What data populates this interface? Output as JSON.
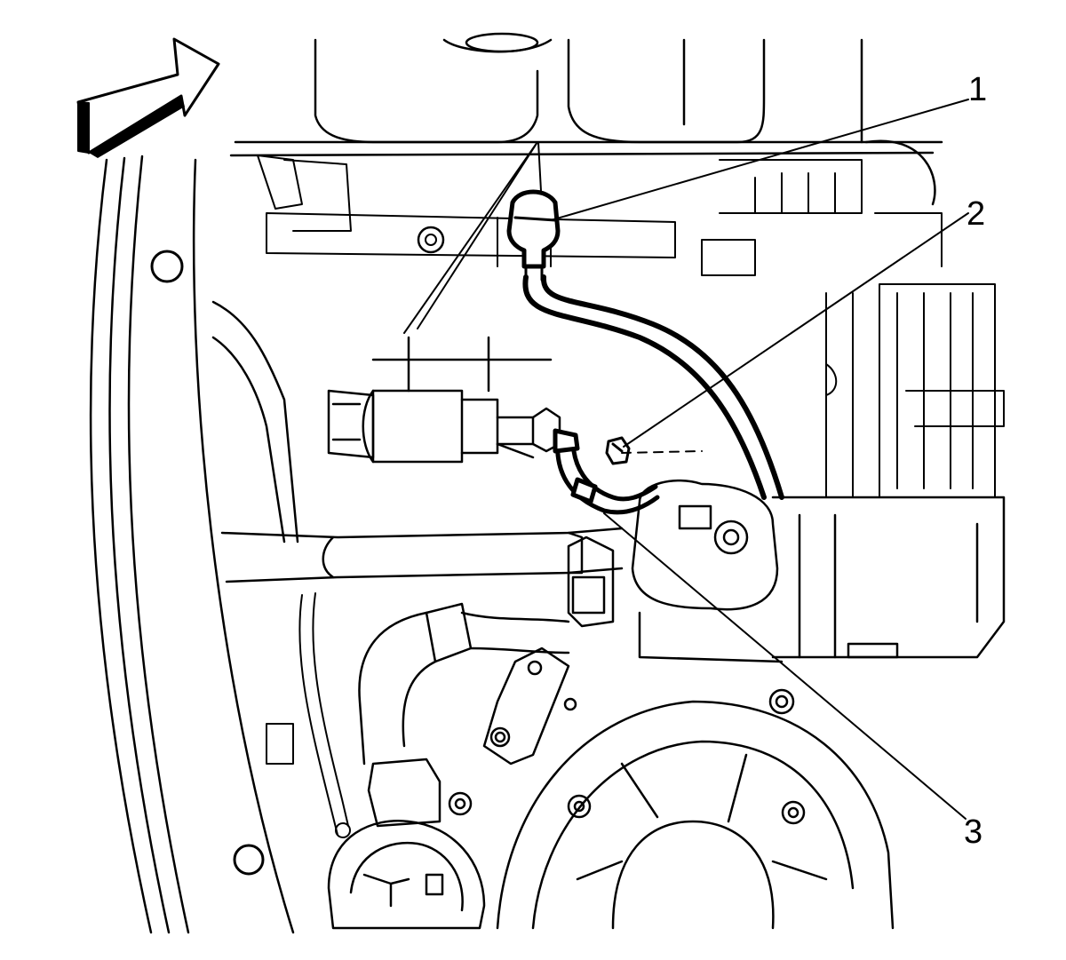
{
  "figure": {
    "orientation_arrow": "front-of-vehicle-arrow-icon",
    "callouts": [
      {
        "label": "1"
      },
      {
        "label": "2"
      },
      {
        "label": "3"
      }
    ]
  },
  "colors": {
    "line": "#000000",
    "background": "#ffffff"
  }
}
